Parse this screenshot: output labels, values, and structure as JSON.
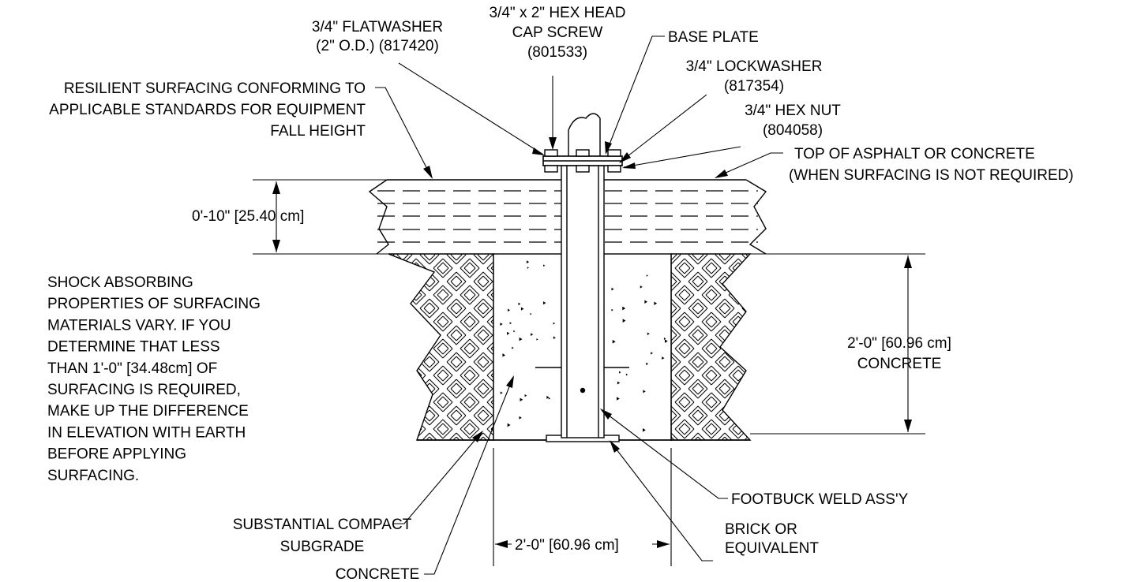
{
  "labels": {
    "flatwasher": [
      "3/4\" FLATWASHER",
      "(2\" O.D.) (817420)"
    ],
    "capscrew": [
      "3/4\" x 2\" HEX HEAD",
      "CAP SCREW",
      "(801533)"
    ],
    "baseplate": [
      "BASE PLATE"
    ],
    "lockwasher": [
      "3/4\" LOCKWASHER",
      "(817354)"
    ],
    "hexnut": [
      "3/4\" HEX NUT",
      "(804058)"
    ],
    "resilient": [
      "RESILIENT SURFACING CONFORMING TO",
      "APPLICABLE STANDARDS FOR EQUIPMENT",
      "FALL HEIGHT"
    ],
    "top_surface": [
      "TOP OF ASPHALT OR CONCRETE",
      "(WHEN SURFACING IS NOT REQUIRED)"
    ],
    "dim_surfacing": "0'-10\" [25.40 cm]",
    "dim_concrete_depth": [
      "2'-0\" [60.96 cm]",
      "CONCRETE"
    ],
    "note": [
      "SHOCK ABSORBING",
      "PROPERTIES OF SURFACING",
      "MATERIALS VARY. IF YOU",
      "DETERMINE THAT LESS",
      "THAN 1'-0\" [34.48cm] OF",
      "SURFACING IS REQUIRED,",
      "MAKE UP THE DIFFERENCE",
      "IN ELEVATION WITH EARTH",
      "BEFORE APPLYING",
      "SURFACING."
    ],
    "footbuck": [
      "FOOTBUCK WELD ASS'Y"
    ],
    "brick": [
      "BRICK OR",
      "EQUIVALENT"
    ],
    "subgrade": [
      "SUBSTANTIAL COMPACT",
      "SUBGRADE"
    ],
    "concrete": [
      "CONCRETE"
    ],
    "dim_width": "2'-0\" [60.96 cm]"
  }
}
